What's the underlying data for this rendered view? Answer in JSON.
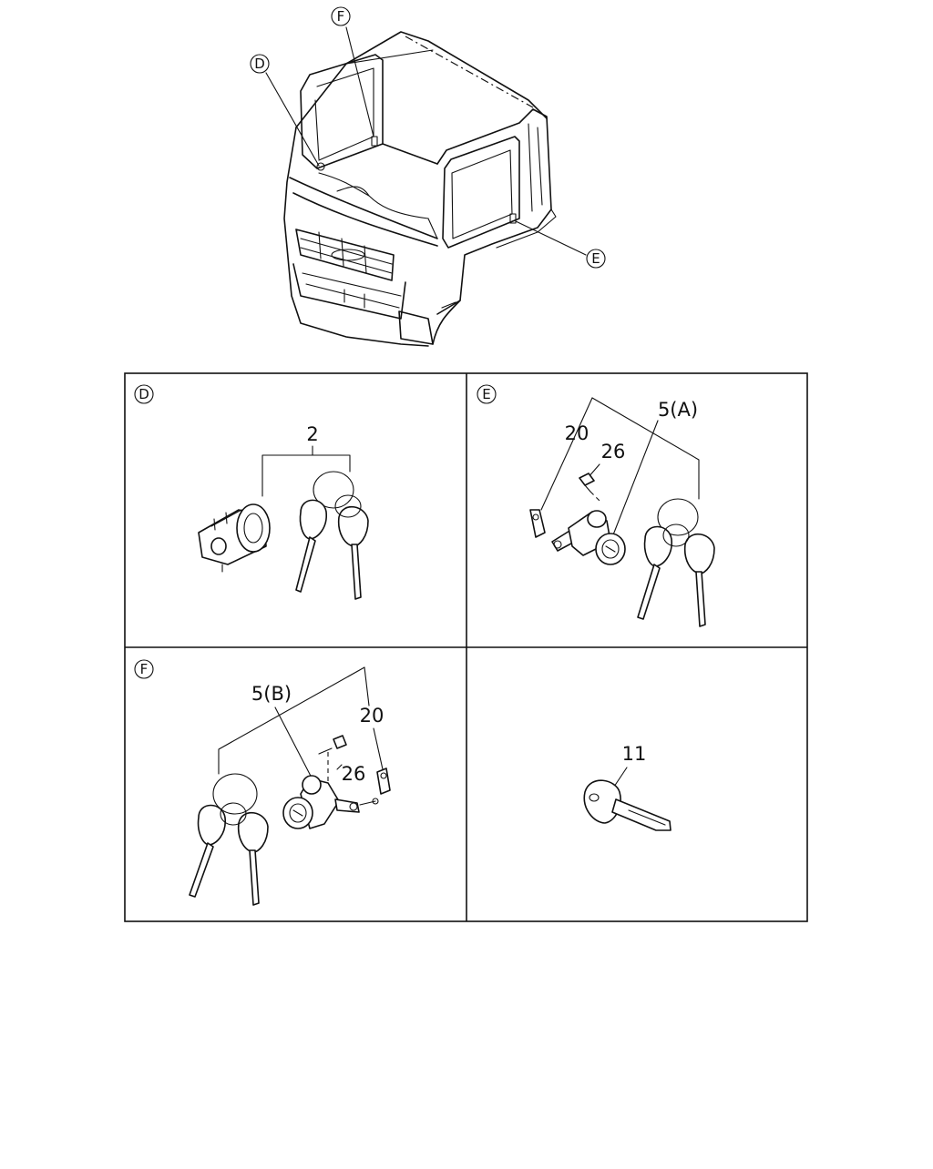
{
  "overview": {
    "callouts": {
      "D": "D",
      "E": "E",
      "F": "F"
    }
  },
  "panels": {
    "D": {
      "letter": "D",
      "parts": [
        {
          "label": "2"
        }
      ]
    },
    "E": {
      "letter": "E",
      "parts": [
        {
          "label": "20"
        },
        {
          "label": "26"
        },
        {
          "label": "5(A)"
        }
      ]
    },
    "F": {
      "letter": "F",
      "parts": [
        {
          "label": "5(B)"
        },
        {
          "label": "20"
        },
        {
          "label": "26"
        }
      ]
    },
    "key": {
      "parts": [
        {
          "label": "11"
        }
      ]
    }
  }
}
